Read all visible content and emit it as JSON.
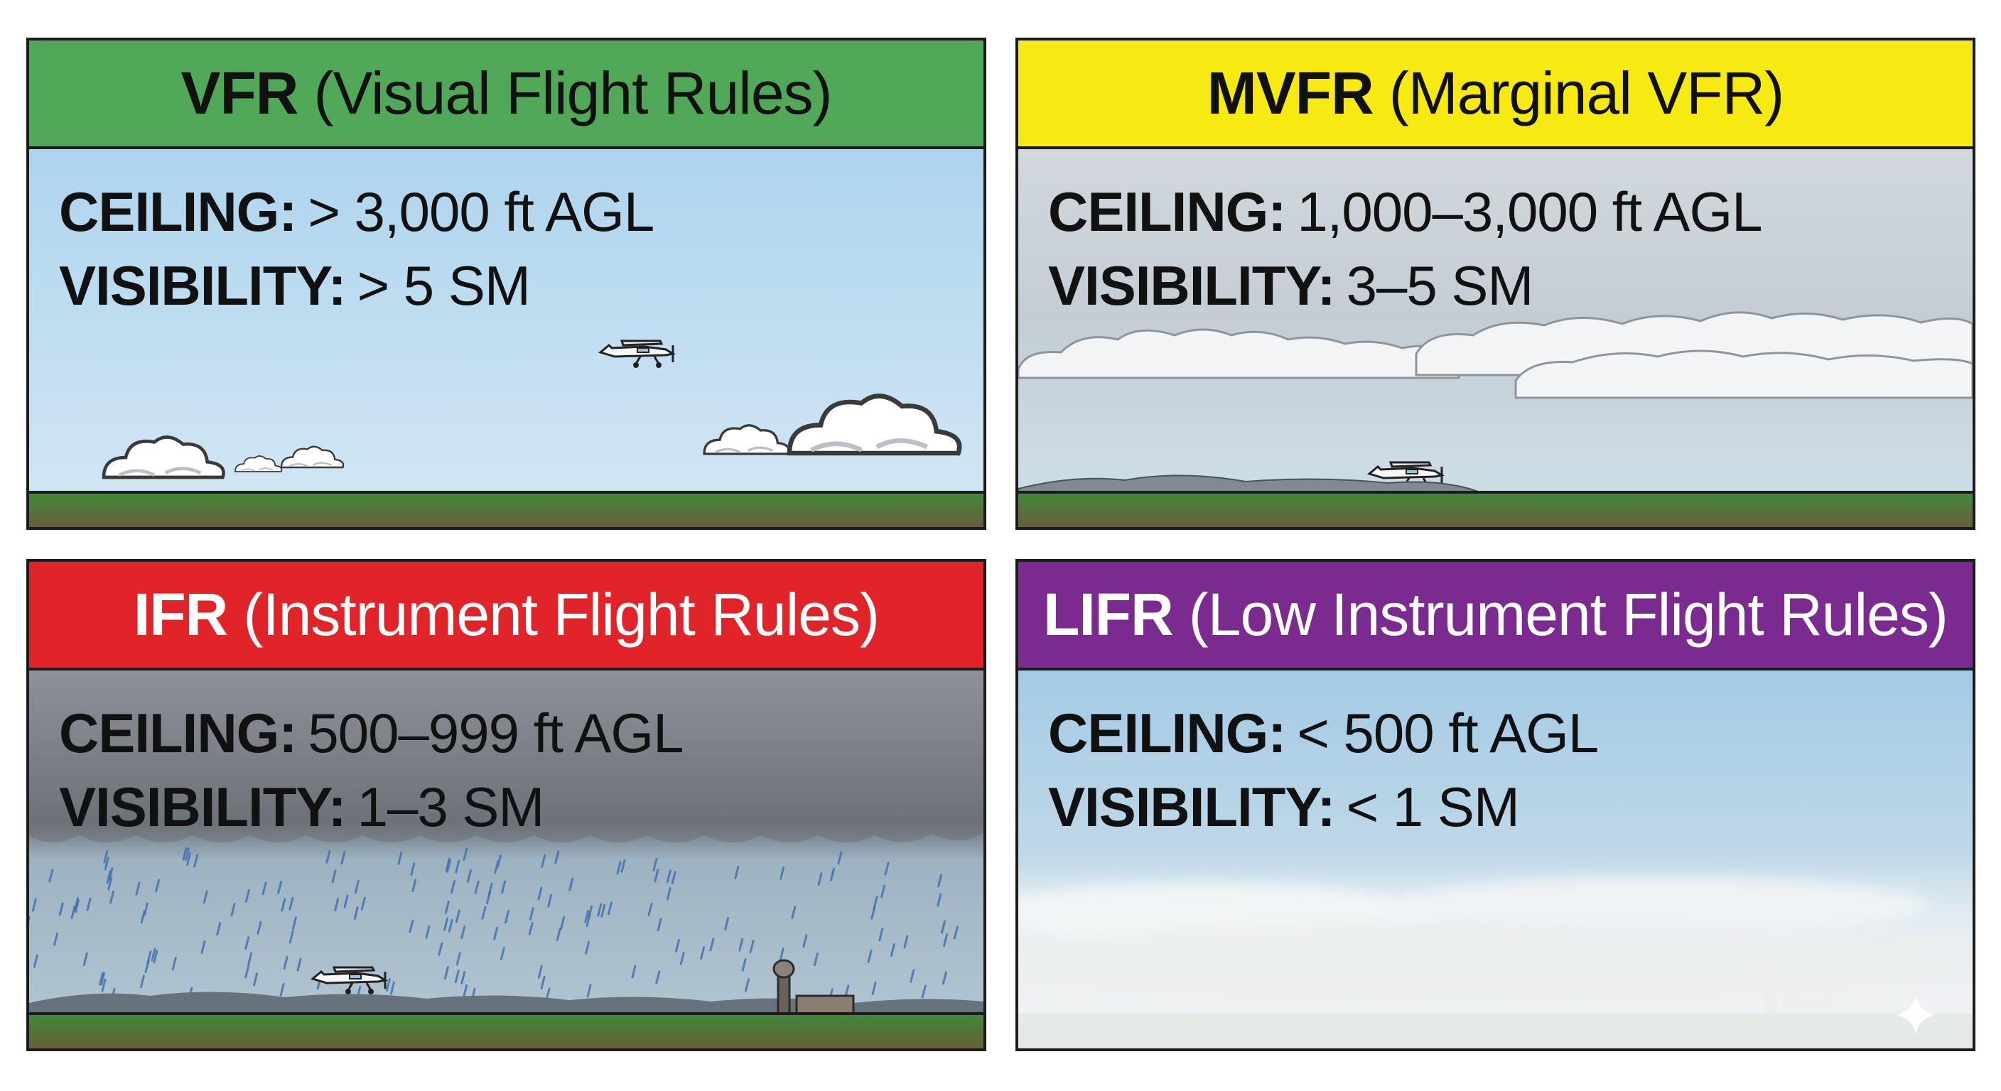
{
  "panels": [
    {
      "id": "vfr",
      "abbr": "VFR",
      "name": "(Visual Flight Rules)",
      "ceiling_label": "CEILING:",
      "ceiling_value": "> 3,000 ft AGL",
      "visibility_label": "VISIBILITY:",
      "visibility_value": "> 5 SM",
      "color": "#52a859"
    },
    {
      "id": "mvfr",
      "abbr": "MVFR",
      "name": "(Marginal VFR)",
      "ceiling_label": "CEILING:",
      "ceiling_value": "1,000–3,000 ft AGL",
      "visibility_label": "VISIBILITY:",
      "visibility_value": "3–5 SM",
      "color": "#f6ea12"
    },
    {
      "id": "ifr",
      "abbr": "IFR",
      "name": "(Instrument Flight Rules)",
      "ceiling_label": "CEILING:",
      "ceiling_value": "500–999 ft AGL",
      "visibility_label": "VISIBILITY:",
      "visibility_value": "1–3 SM",
      "color": "#e0242a"
    },
    {
      "id": "lifr",
      "abbr": "LIFR",
      "name": "(Low Instrument Flight Rules)",
      "ceiling_label": "CEILING:",
      "ceiling_value": "< 500 ft AGL",
      "visibility_label": "VISIBILITY:",
      "visibility_value": "< 1 SM",
      "color": "#7b2a8f"
    }
  ],
  "icons": [
    "airplane-icon",
    "cloud-icon",
    "rain-icon",
    "airport-tower-icon",
    "hangar-icon",
    "sparkle-icon"
  ]
}
